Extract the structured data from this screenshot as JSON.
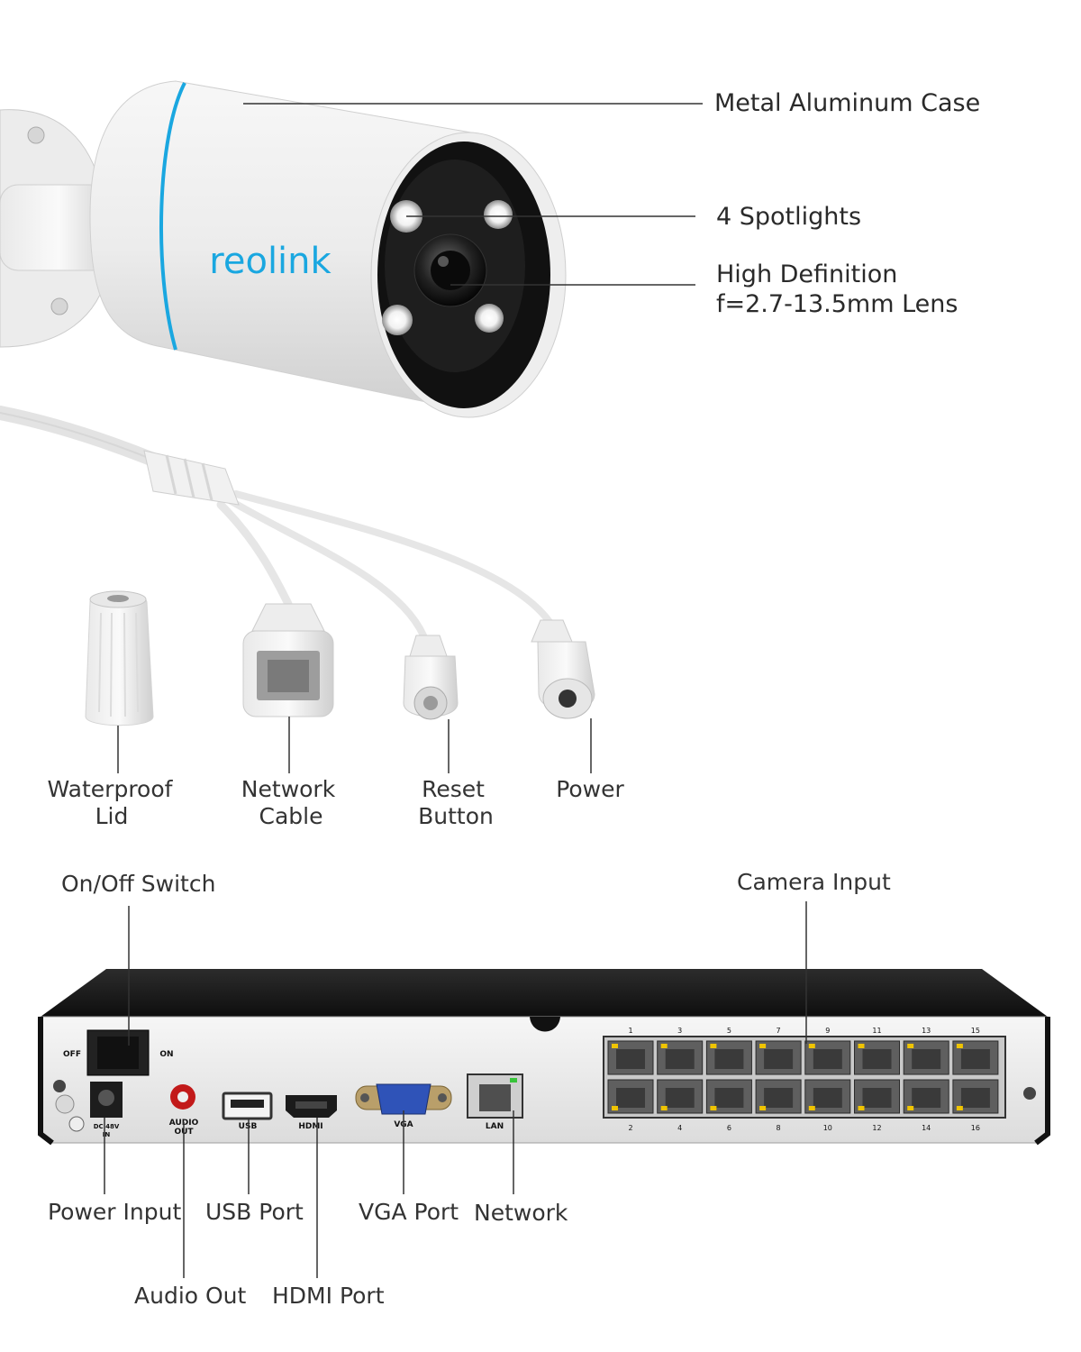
{
  "brand": {
    "logo_text": "reolink"
  },
  "camera_callouts": {
    "case": "Metal Aluminum Case",
    "spotlights": "4 Spotlights",
    "lens_line1": "High Definition",
    "lens_line2": "f=2.7-13.5mm Lens"
  },
  "cable_callouts": {
    "lid_line1": "Waterproof",
    "lid_line2": "Lid",
    "network_line1": "Network",
    "network_line2": "Cable",
    "reset_line1": "Reset",
    "reset_line2": "Button",
    "power": "Power"
  },
  "nvr_callouts": {
    "switch": "On/Off Switch",
    "camera_input": "Camera Input",
    "power_input": "Power Input",
    "audio_out": "Audio Out",
    "usb": "USB Port",
    "hdmi": "HDMI Port",
    "vga": "VGA Port",
    "network": "Network"
  },
  "nvr_panel": {
    "off": "OFF",
    "on": "ON",
    "dc_line1": "DC 48V",
    "dc_line2": "IN",
    "audio_line1": "AUDIO",
    "audio_line2": "OUT",
    "usb": "USB",
    "hdmi": "HDMI",
    "vga": "VGA",
    "lan": "LAN",
    "port_numbers_top": [
      "1",
      "3",
      "5",
      "7",
      "9",
      "11",
      "13",
      "15"
    ],
    "port_numbers_bottom": [
      "2",
      "4",
      "6",
      "8",
      "10",
      "12",
      "14",
      "16"
    ]
  },
  "colors": {
    "accent_blue": "#1aa7e0",
    "nvr_body": "#1b1b1b",
    "panel": "#f2f2f2",
    "port_led": "#f0c400"
  }
}
